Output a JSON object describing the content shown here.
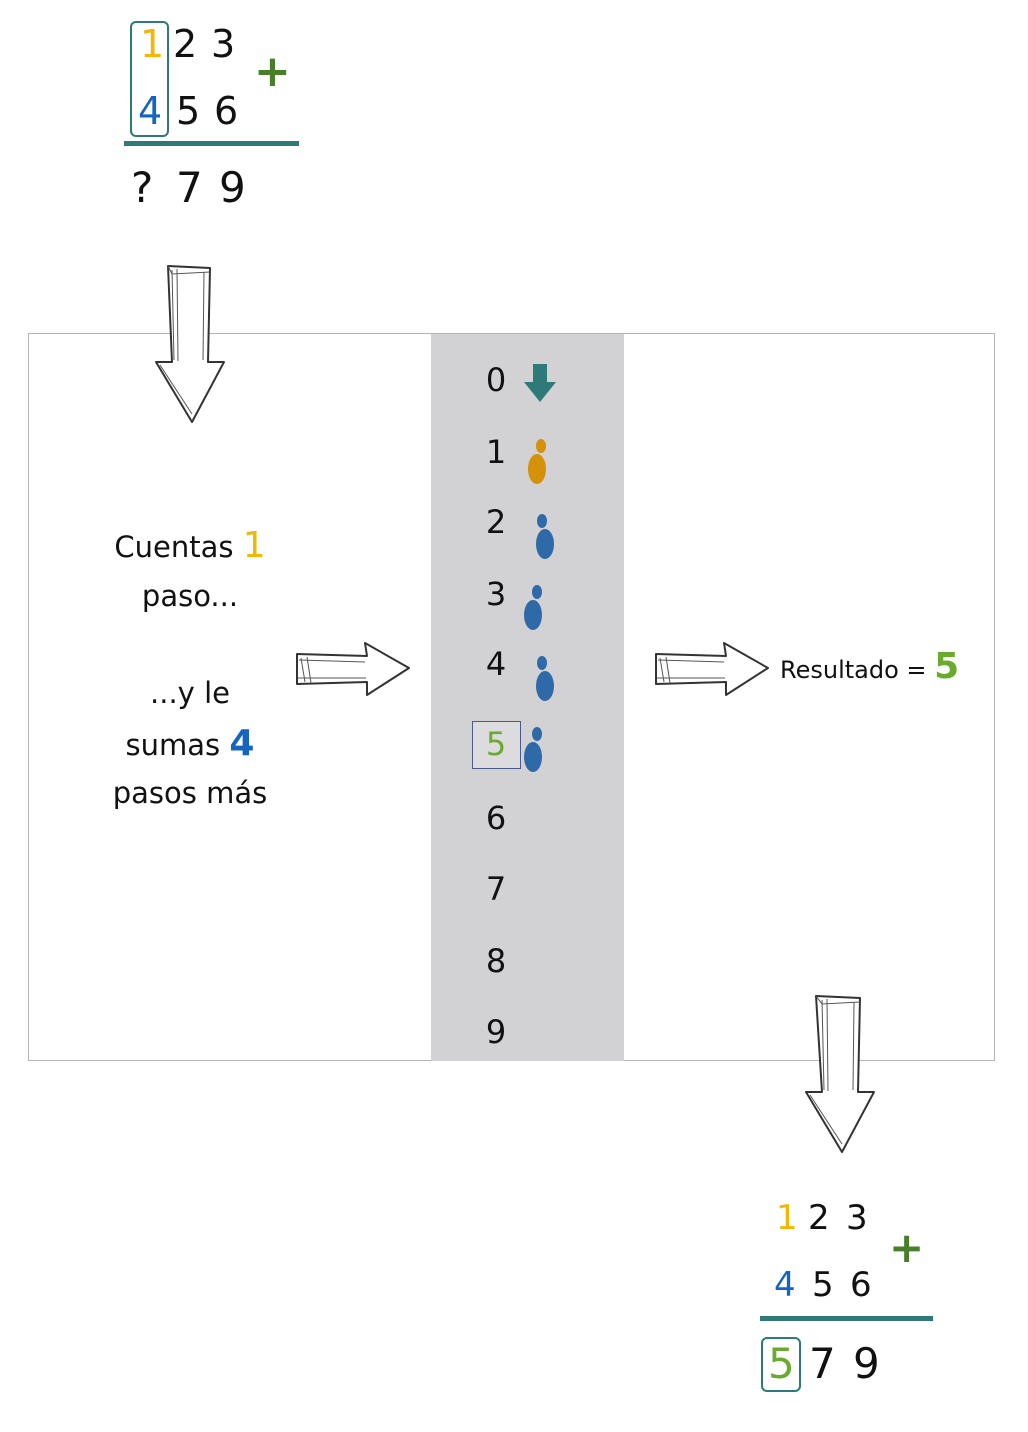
{
  "top_sum": {
    "row1": [
      "1",
      "2",
      "3"
    ],
    "row2": [
      "4",
      "5",
      "6"
    ],
    "result": [
      "?",
      "7",
      "9"
    ],
    "operator": "+"
  },
  "steps_column": {
    "numbers": [
      "0",
      "1",
      "2",
      "3",
      "4",
      "5",
      "6",
      "7",
      "8",
      "9"
    ],
    "highlighted": "5"
  },
  "explanation": {
    "line1": "Cuentas",
    "value1": "1",
    "line2": "paso...",
    "line3": "...y le",
    "line4": "sumas",
    "value2": "4",
    "line5": "pasos más"
  },
  "result_text": {
    "label": "Resultado =",
    "value": "5"
  },
  "bottom_sum": {
    "row1": [
      "1",
      "2",
      "3"
    ],
    "row2": [
      "4",
      "5",
      "6"
    ],
    "result": [
      "5",
      "7",
      "9"
    ],
    "operator": "+"
  },
  "colors": {
    "yellow": "#f2b705",
    "blue": "#1565c0",
    "green": "#6aab2e",
    "dark_green": "#4a7f2a",
    "teal": "#2e7a78",
    "gray_column": "#d2d1d3",
    "orange_foot": "#d4910a",
    "blue_foot": "#2f6aa8"
  }
}
